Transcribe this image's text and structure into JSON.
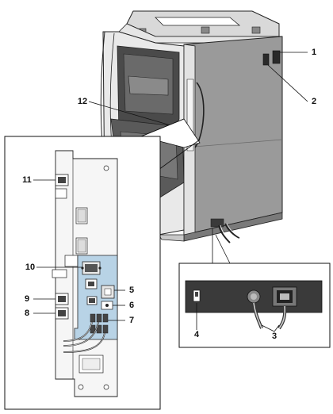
{
  "callouts": {
    "c1": "1",
    "c2": "2",
    "c3": "3",
    "c4": "4",
    "c5": "5",
    "c6": "6",
    "c7": "7",
    "c8": "8",
    "c9": "9",
    "c10": "10",
    "c11": "11",
    "c12": "12"
  },
  "colors": {
    "machine_body": "#9a9a9a",
    "machine_light": "#dcdcdc",
    "panel_fill": "#f4f4f4",
    "highlight_blue": "#b8d3e6",
    "plate_dark": "#3a3a3a",
    "line": "#222222"
  }
}
